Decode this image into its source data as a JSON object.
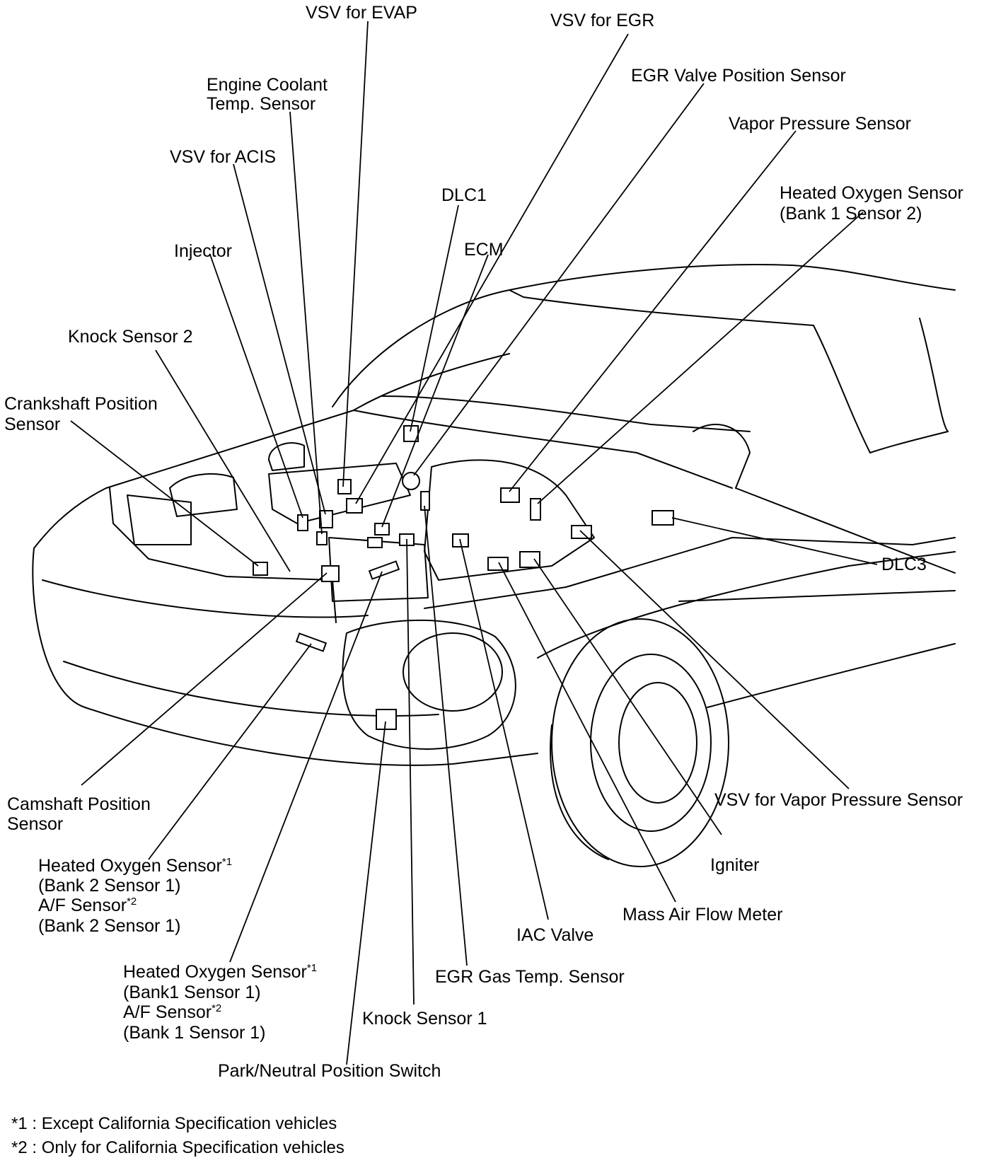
{
  "labels": {
    "vsv_evap": "VSV for EVAP",
    "vsv_egr": "VSV for EGR",
    "engine_coolant_1": "Engine Coolant",
    "engine_coolant_2": "Temp. Sensor",
    "egr_valve_position": "EGR Valve Position Sensor",
    "vapor_pressure": "Vapor Pressure Sensor",
    "vsv_acis": "VSV for ACIS",
    "dlc1": "DLC1",
    "heated_o2_b1s2_1": "Heated Oxygen Sensor",
    "heated_o2_b1s2_2": "(Bank 1 Sensor 2)",
    "injector": "Injector",
    "ecm": "ECM",
    "knock_sensor_2": "Knock Sensor 2",
    "crankshaft_1": "Crankshaft Position",
    "crankshaft_2": "Sensor",
    "dlc3": "DLC3",
    "camshaft_1": "Camshaft Position",
    "camshaft_2": "Sensor",
    "vsv_vapor_pressure": "VSV for Vapor Pressure Sensor",
    "ho2_b2_1": "Heated Oxygen Sensor",
    "ho2_b2_2": "(Bank 2 Sensor 1)",
    "af_b2_1": "A/F Sensor",
    "af_b2_2": "(Bank 2 Sensor 1)",
    "igniter": "Igniter",
    "mass_air_flow": "Mass Air Flow Meter",
    "iac_valve": "IAC Valve",
    "ho2_b1_1": "Heated Oxygen Sensor",
    "ho2_b1_2": "(Bank1 Sensor 1)",
    "af_b1_1": "A/F Sensor",
    "af_b1_2": "(Bank 1 Sensor 1)",
    "egr_gas_temp": "EGR Gas Temp. Sensor",
    "knock_sensor_1": "Knock Sensor 1",
    "park_neutral": "Park/Neutral Position Switch",
    "sup1": "*1",
    "sup2": "*2"
  },
  "footnotes": {
    "note1": "*1 : Except California Specification vehicles",
    "note2": "*2 : Only for California Specification vehicles"
  }
}
